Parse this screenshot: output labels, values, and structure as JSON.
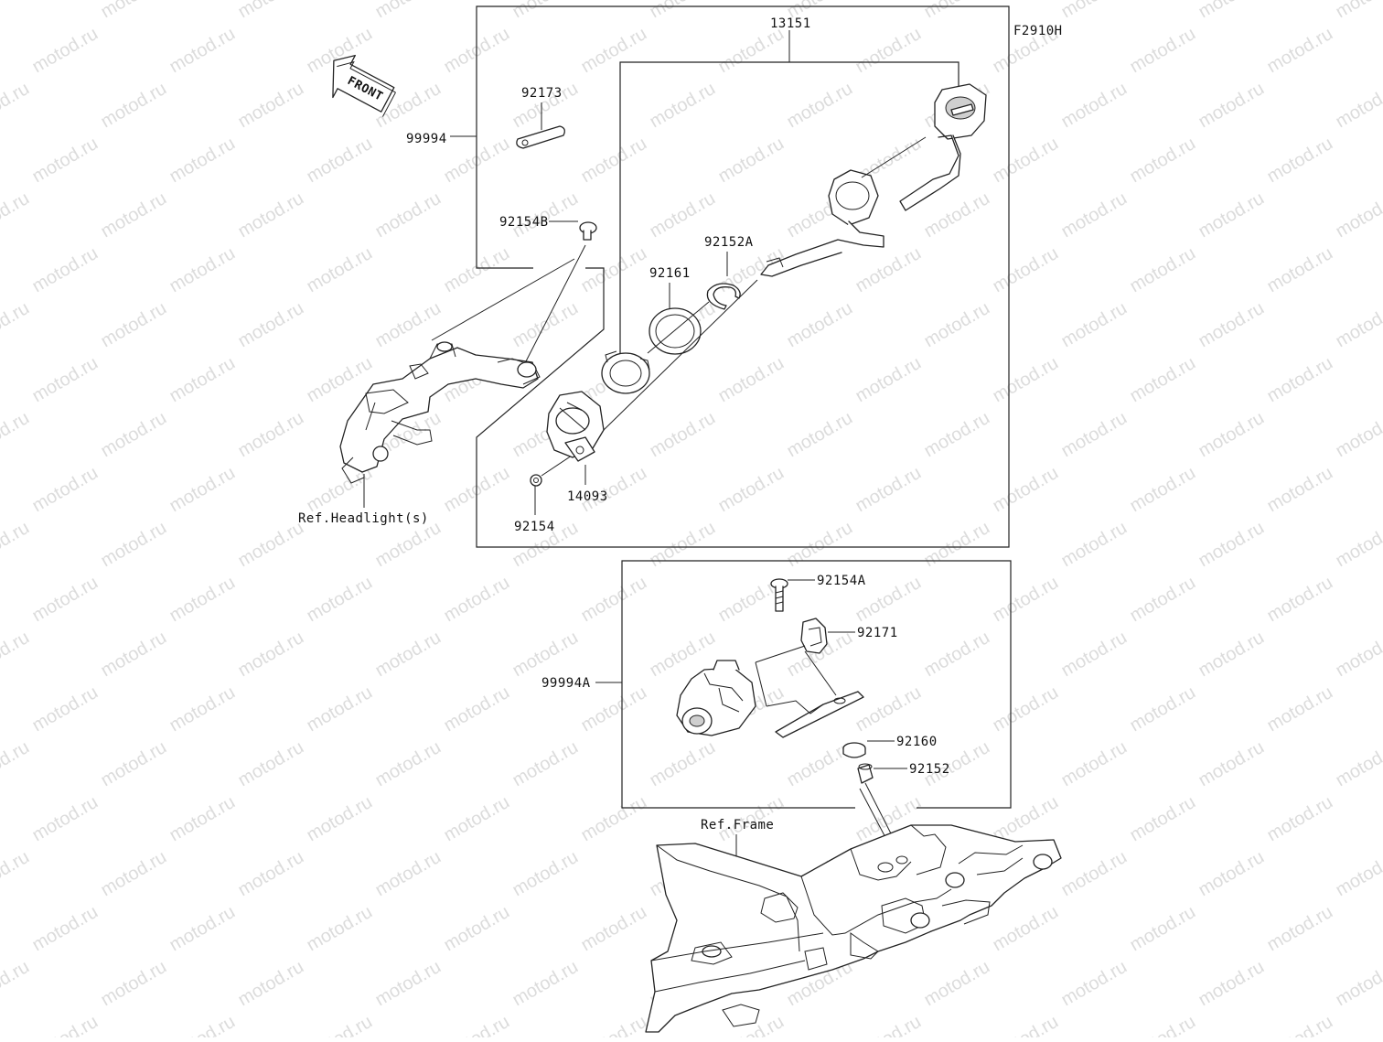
{
  "figure_code": "F2910H",
  "front_label": "FRONT",
  "watermark": "motod.ru",
  "labels": {
    "p13151": "13151",
    "p99994": "99994",
    "p92173": "92173",
    "p92154B": "92154B",
    "p92152A": "92152A",
    "p92161": "92161",
    "p14093": "14093",
    "p92154": "92154",
    "ref_headlight": "Ref.Headlight(s)",
    "p92154A": "92154A",
    "p92171": "92171",
    "p99994A": "99994A",
    "p92160": "92160",
    "p92152": "92152",
    "ref_frame": "Ref.Frame"
  }
}
